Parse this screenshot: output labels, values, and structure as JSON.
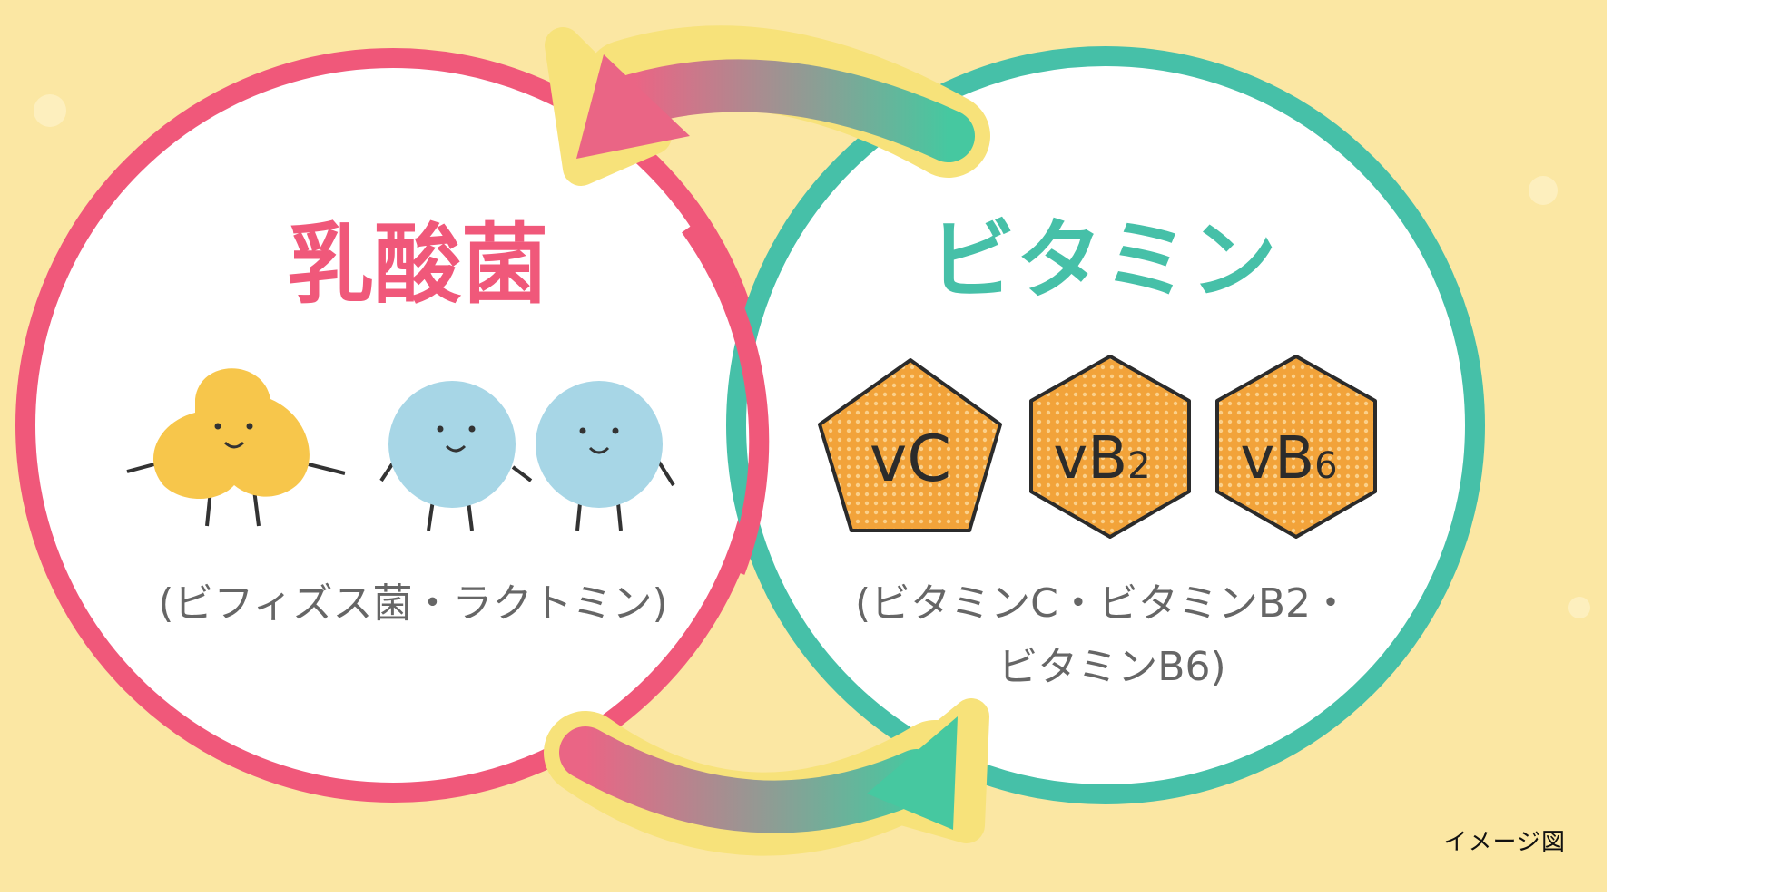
{
  "lactic": {
    "title": "乳酸菌",
    "subtitle": "(ビフィズス菌・ラクトミン)",
    "color": "#f0587a"
  },
  "vitamin": {
    "title": "ビタミン",
    "subtitle_line1": "(ビタミンC・ビタミンB2・",
    "subtitle_line2": "ビタミンB6)",
    "color": "#46c0a8",
    "badges": {
      "vc": "vC",
      "vb2": "vB",
      "vb2_sub": "2",
      "vb6": "vB",
      "vb6_sub": "6"
    }
  },
  "caption": "イメージ図",
  "colors": {
    "background": "#fbe7a3",
    "arrow_outline": "#f7e27a",
    "badge_fill": "#f0a23a",
    "bacteria_yellow": "#f7c64b",
    "bacteria_blue": "#a7d6e6"
  }
}
